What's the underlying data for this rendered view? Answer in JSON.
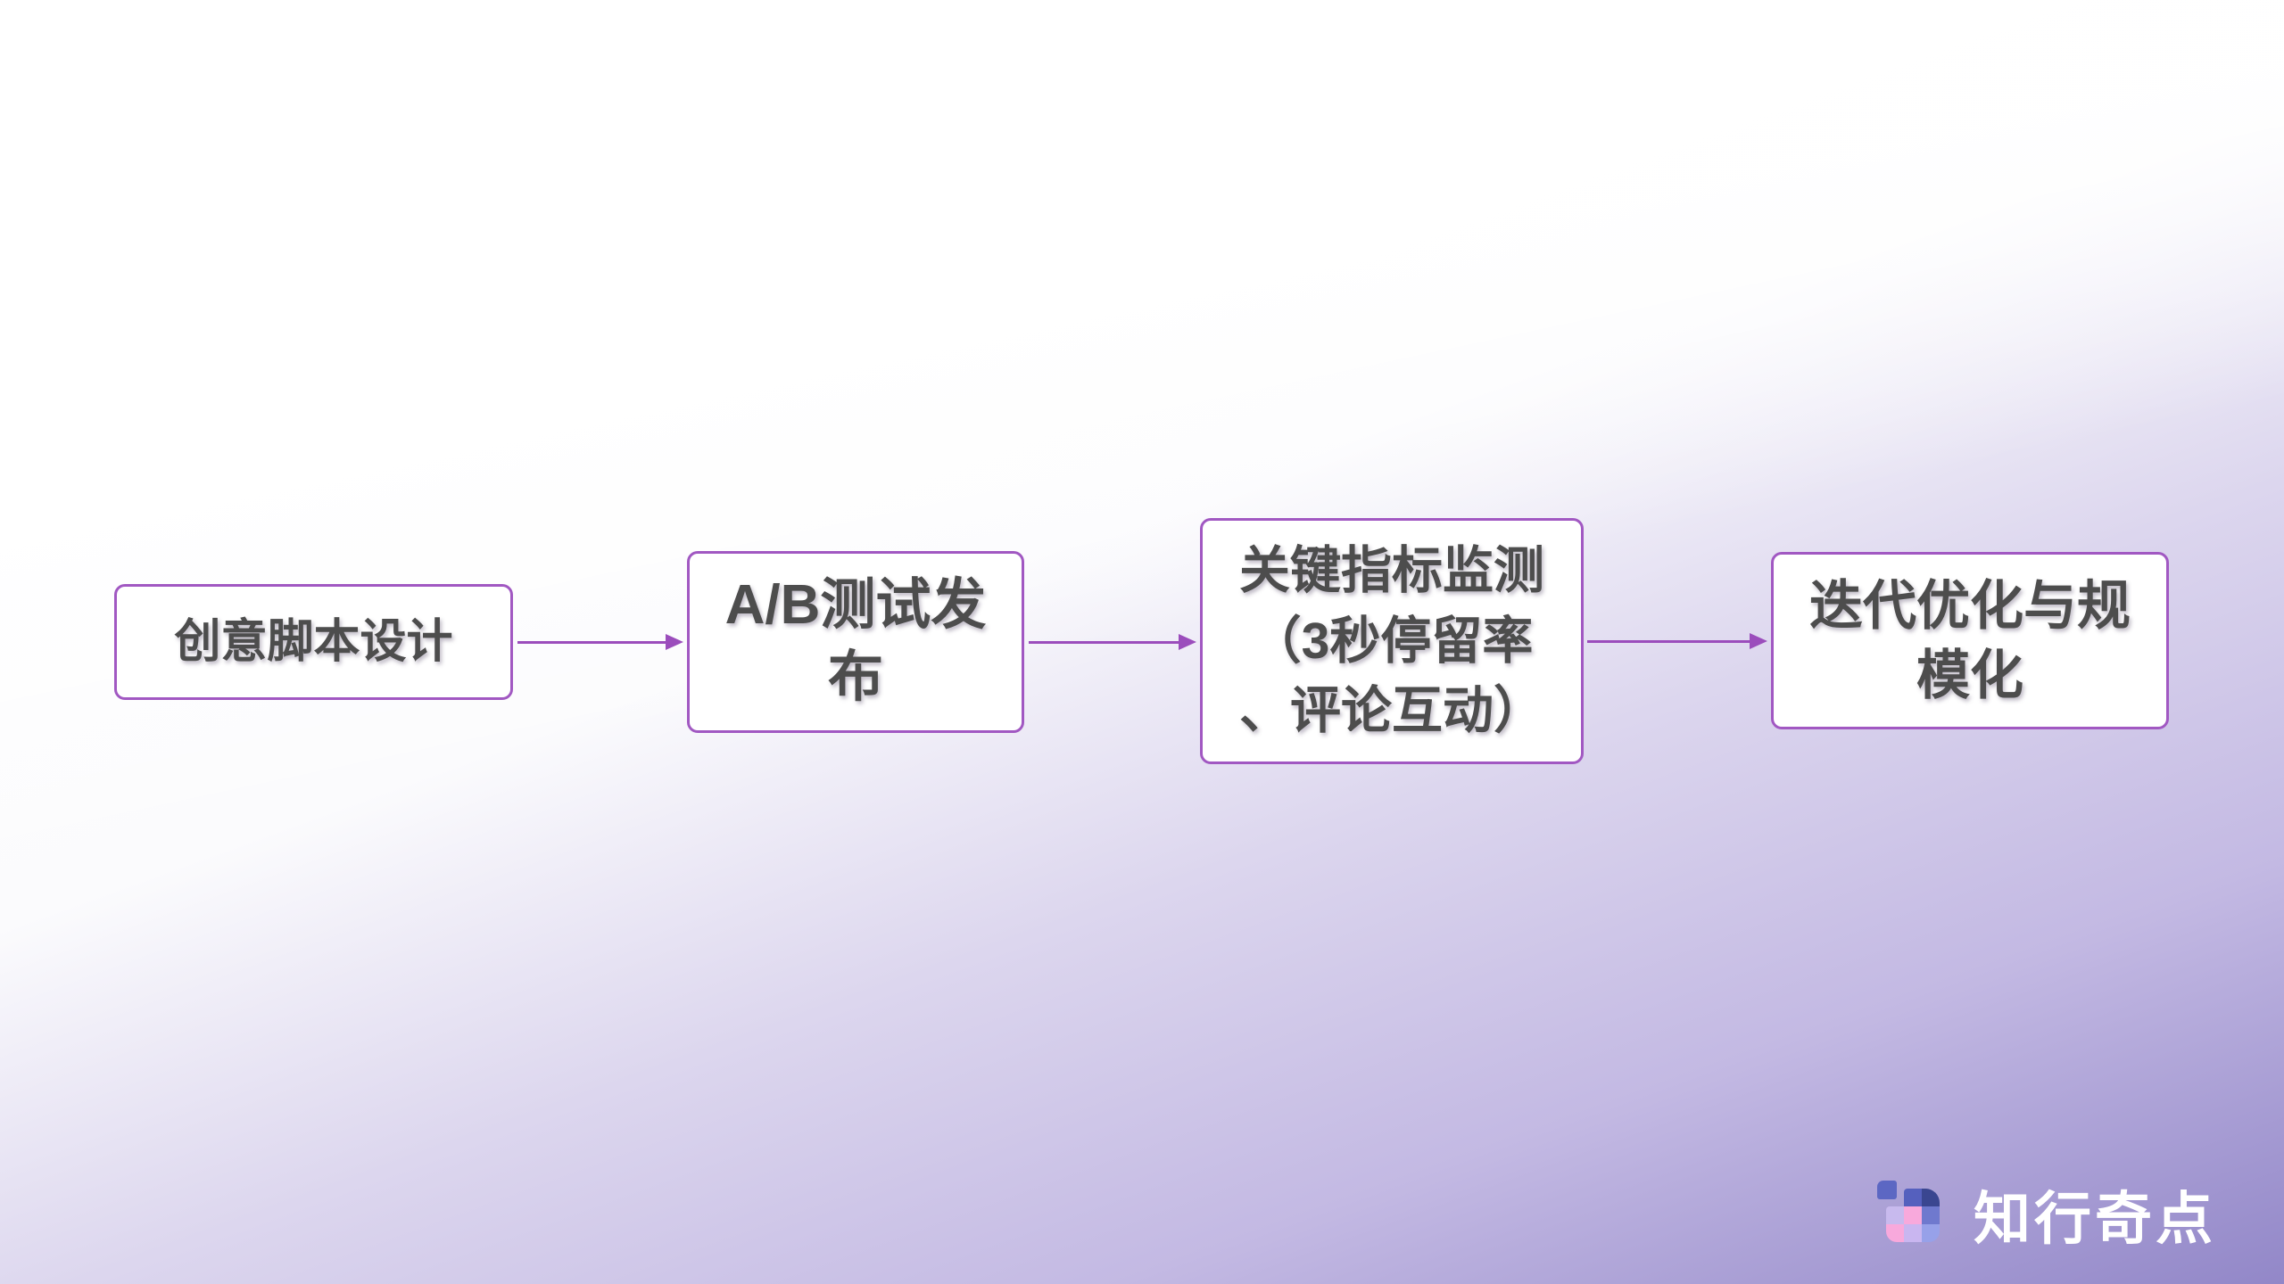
{
  "slide": {
    "type": "flowchart",
    "steps": [
      {
        "label": "创意脚本设计",
        "lines": [
          "创意脚本设计"
        ]
      },
      {
        "label": "A/B测试发布",
        "lines": [
          "A/B测试发",
          "布"
        ]
      },
      {
        "label": "关键指标监测（3秒停留率、评论互动）",
        "lines": [
          "关键指标监测",
          "（3秒停留率",
          "、评论互动）"
        ]
      },
      {
        "label": "迭代优化与规模化",
        "lines": [
          "迭代优化与规",
          "模化"
        ]
      }
    ]
  },
  "branding": {
    "logo_text": "知行奇点",
    "logo_icon": "mosaic-grid-icon"
  },
  "colors": {
    "box_border": "#A158C2",
    "box_fill": "#FFFFFF",
    "box_text": "#4D4D4D",
    "arrow": "#9B4DBC",
    "bg_mid": "#DCD6EE",
    "bg_deep": "#9287C8",
    "logo_text_color": "#FFFFFF",
    "logo_slate": "#5C67C3",
    "logo_blue": "#5560BE",
    "logo_navy": "#3A4690",
    "logo_lavender": "#C8BAEE",
    "logo_pink": "#F8A9DC",
    "logo_periwinkle": "#6F79CE",
    "logo_lilac": "#C9B6F0",
    "logo_lightblue": "#97A1E9"
  }
}
